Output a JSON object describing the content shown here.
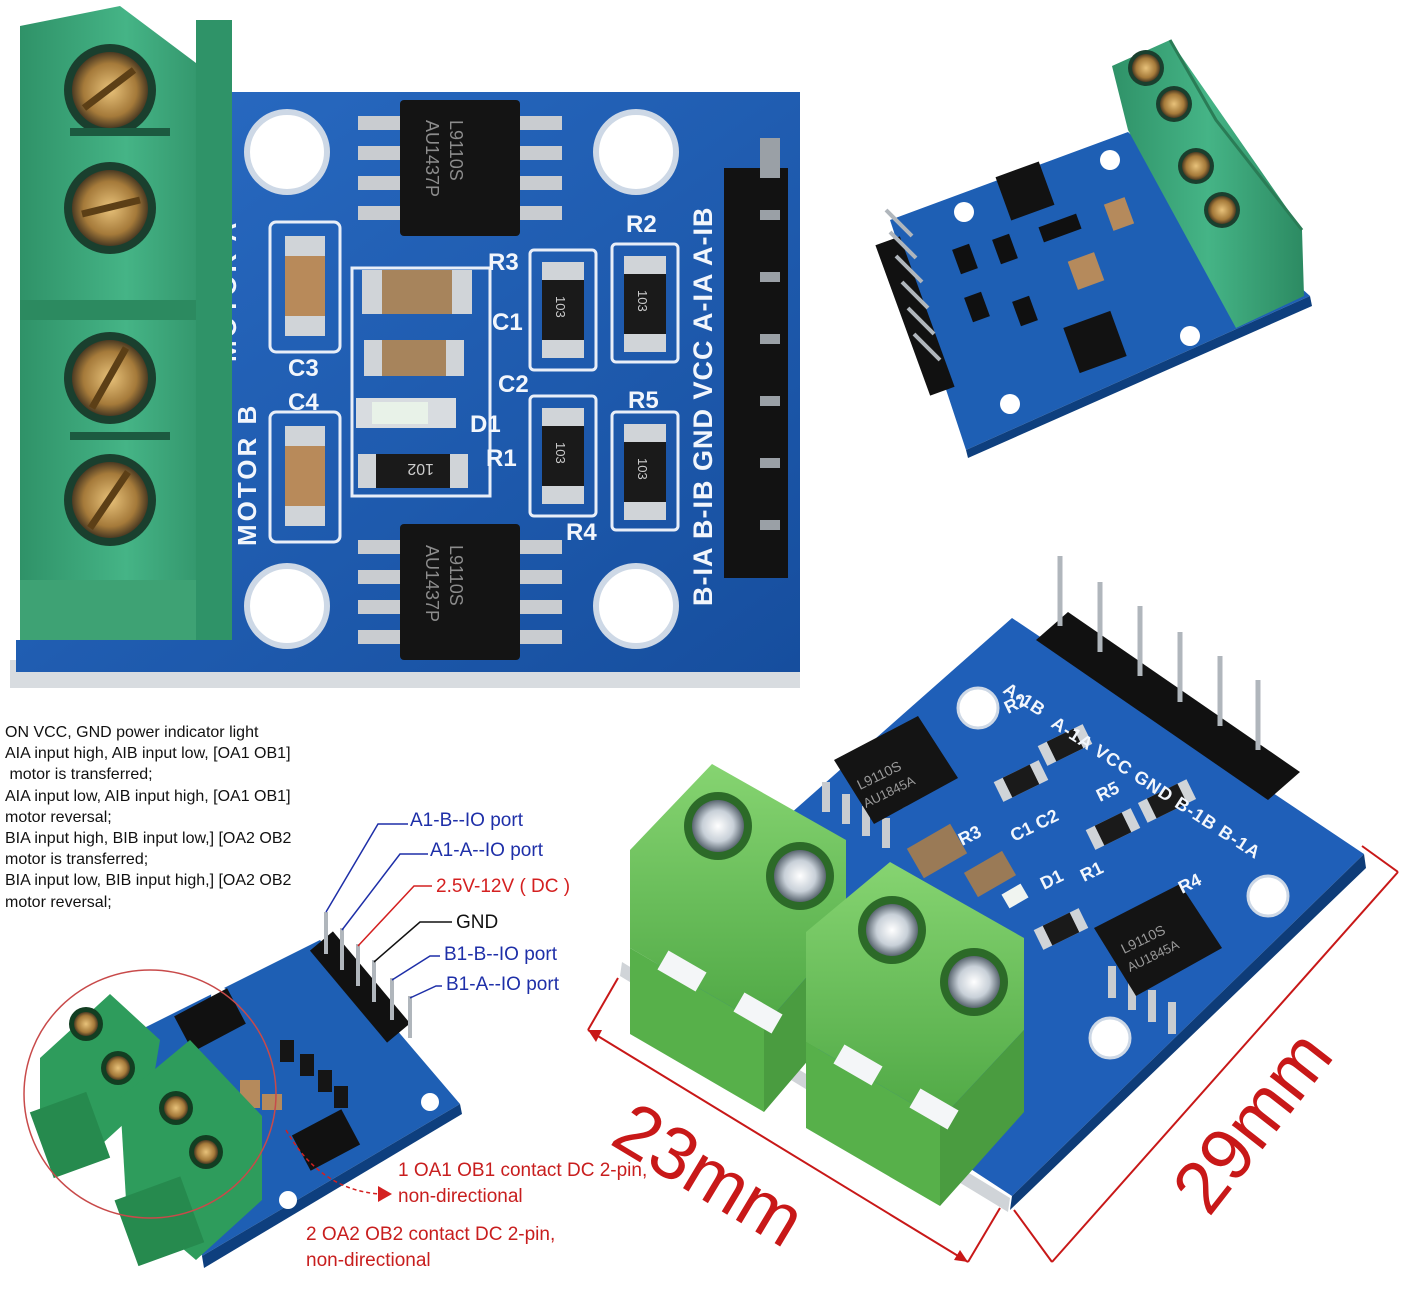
{
  "top_board": {
    "chip_text": [
      "L9110S",
      "AU1437P"
    ],
    "chip_text_bottom": [
      "L9110S",
      "AU1437P"
    ],
    "silk_motor_a": "MOTOR A",
    "silk_motor_b": "MOTOR B",
    "silk_pins": "B-IA B-IB GND VCC A-IA A-IB",
    "silk_refs": [
      "R3",
      "C1",
      "C2",
      "D1",
      "R1",
      "R2",
      "R5",
      "R4",
      "C3",
      "C4"
    ],
    "resistor_codes": [
      "103",
      "103",
      "103",
      "103",
      "102"
    ]
  },
  "description": {
    "lines": [
      "ON VCC, GND  power indicator light",
      "AIA input high, AIB input low, [OA1 OB1]",
      " motor is transferred;",
      "AIA input low, AIB input high, [OA1 OB1]",
      "motor reversal;",
      "BIA input high, BIB input low,] [OA2 OB2",
      "motor is transferred;",
      "BIA input low, BIB input high,] [OA2 OB2",
      "motor reversal;"
    ]
  },
  "pin_labels": [
    {
      "text": "A1-B--IO port",
      "color": "#1e2fa8"
    },
    {
      "text": "A1-A--IO port",
      "color": "#1e2fa8"
    },
    {
      "text": "2.5V-12V ( DC )",
      "color": "#d42020"
    },
    {
      "text": "GND",
      "color": "#111111"
    },
    {
      "text": "B1-B--IO port",
      "color": "#1e2fa8"
    },
    {
      "text": "B1-A--IO port",
      "color": "#1e2fa8"
    }
  ],
  "contact_notes": [
    {
      "line1": "1 OA1 OB1 contact DC 2-pin,",
      "line2": "non-directional"
    },
    {
      "line1": "2 OA2 OB2 contact DC 2-pin,",
      "line2": "non-directional"
    }
  ],
  "dimensions": {
    "width": "23mm",
    "height": "29mm"
  },
  "colors": {
    "pcb_blue": "#1f5fb8",
    "terminal_green": "#3aa876",
    "dimension_red": "#c81818",
    "label_blue": "#1e2fa8",
    "label_red": "#d42020"
  }
}
